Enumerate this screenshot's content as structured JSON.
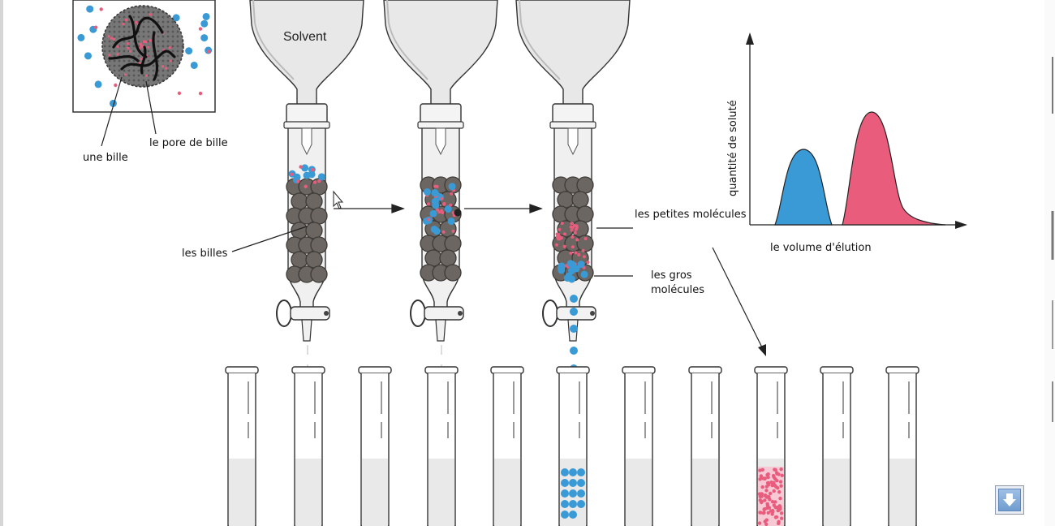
{
  "labels": {
    "solvent": "Solvent",
    "une_bille": "une bille",
    "pore_de_bille": "le pore de bille",
    "les_billes": "les billes",
    "petites_molecules": "les petites molécules",
    "gros_molecules_line1": "les gros",
    "gros_molecules_line2": "molécules"
  },
  "graph": {
    "y_label": "quantité de soluté",
    "x_label": "le volume d'élution",
    "peaks": [
      {
        "name": "les gros molécules",
        "color": "#3a9ad6"
      },
      {
        "name": "les petites molécules",
        "color": "#ea5c7c"
      }
    ]
  },
  "colors": {
    "blue_molecule": "#3a9ad6",
    "pink_molecule": "#e85d7d",
    "bead": "#6b6661",
    "bead_dark": "#3e3a37",
    "glass_fill": "#e9e9e9"
  },
  "tubes": {
    "count": 11,
    "blue_tube_index": 5,
    "pink_tube_index": 8
  },
  "nav": {
    "icon": "arrow-down-icon"
  }
}
